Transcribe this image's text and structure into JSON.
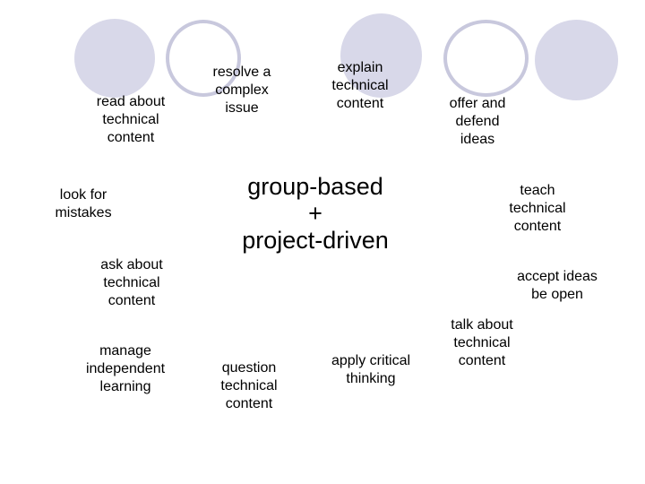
{
  "slide": {
    "background_color": "#ffffff",
    "text_color": "#000000",
    "decorations": {
      "circle_fill_color": "#d8d8e9",
      "circle_outline_color": "#c8c8dd"
    },
    "center": {
      "text": "group-based\n+\nproject-driven"
    },
    "labels": {
      "read_about": {
        "text": "read about\ntechnical\ncontent"
      },
      "resolve": {
        "text": "resolve a\ncomplex\nissue"
      },
      "explain": {
        "text": "explain\ntechnical\ncontent"
      },
      "offer": {
        "text": "offer and\ndefend\nideas"
      },
      "look_for": {
        "text": "look for\nmistakes"
      },
      "teach": {
        "text": "teach\ntechnical\ncontent"
      },
      "ask_about": {
        "text": "ask about\ntechnical\ncontent"
      },
      "accept": {
        "text": "accept ideas\nbe open"
      },
      "talk_about": {
        "text": "talk about\ntechnical\ncontent"
      },
      "manage": {
        "text": "manage\nindependent\nlearning"
      },
      "question": {
        "text": "question\ntechnical\ncontent"
      },
      "apply": {
        "text": "apply critical\nthinking"
      }
    }
  }
}
